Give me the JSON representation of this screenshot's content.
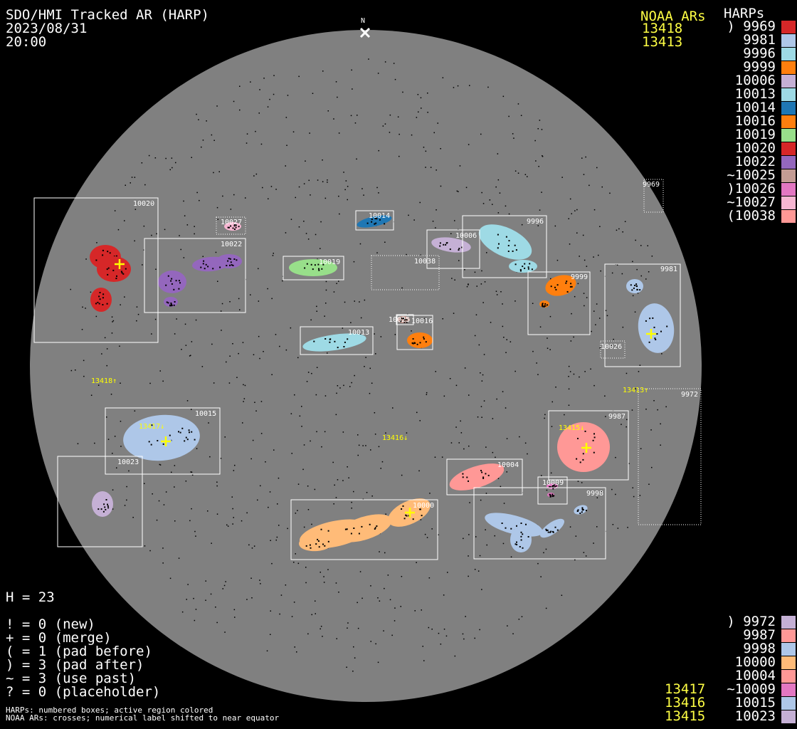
{
  "header": {
    "title": "SDO/HMI Tracked AR (HARP)",
    "date": "2023/08/31",
    "time": "20:00"
  },
  "north_label": "N",
  "legend_top": {
    "noaa_title": "NOAA ARs",
    "harps_title": "HARPs",
    "noaa": [
      "13418",
      "13413"
    ],
    "harps": [
      {
        "label": ") 9969",
        "color": "#d62728"
      },
      {
        "label": "9981",
        "color": "#aec7e8"
      },
      {
        "label": "9996",
        "color": "#9edae5"
      },
      {
        "label": "9999",
        "color": "#ff7f0e"
      },
      {
        "label": "10006",
        "color": "#c5b0d5"
      },
      {
        "label": "10013",
        "color": "#9edae5"
      },
      {
        "label": "10014",
        "color": "#1f77b4"
      },
      {
        "label": "10016",
        "color": "#ff7f0e"
      },
      {
        "label": "10019",
        "color": "#98df8a"
      },
      {
        "label": "10020",
        "color": "#d62728"
      },
      {
        "label": "10022",
        "color": "#9467bd"
      },
      {
        "label": "~10025",
        "color": "#c49c94"
      },
      {
        "label": ")10026",
        "color": "#e377c2"
      },
      {
        "label": "~10027",
        "color": "#f7b6d2"
      },
      {
        "label": "(10038",
        "color": "#ff9896"
      }
    ]
  },
  "legend_bottom": {
    "noaa": [
      "13417",
      "13416",
      "13415"
    ],
    "harps": [
      {
        "label": ") 9972",
        "color": "#c5b0d5"
      },
      {
        "label": "9987",
        "color": "#ff9896"
      },
      {
        "label": "9998",
        "color": "#aec7e8"
      },
      {
        "label": "10000",
        "color": "#ffbb78"
      },
      {
        "label": "10004",
        "color": "#ff9896"
      },
      {
        "label": "~10009",
        "color": "#e377c2"
      },
      {
        "label": "10015",
        "color": "#aec7e8"
      },
      {
        "label": "10023",
        "color": "#c5b0d5"
      }
    ]
  },
  "counts": {
    "h_total": "H = 23",
    "lines": [
      "! = 0 (new)",
      "+ = 0 (merge)",
      "( = 1 (pad before)",
      ") = 3 (pad after)",
      "~ = 3 (use past)",
      "? = 0 (placeholder)"
    ]
  },
  "footnotes": [
    "HARPs: numbered boxes; active region colored",
    "NOAA ARs: crosses; numerical label shifted to near equator"
  ],
  "harp_boxes": [
    {
      "id": "10020",
      "dotted": false
    },
    {
      "id": "10027",
      "dotted": true
    },
    {
      "id": "10022",
      "dotted": false
    },
    {
      "id": "10014",
      "dotted": false
    },
    {
      "id": "10019",
      "dotted": false
    },
    {
      "id": "10038",
      "dotted": true
    },
    {
      "id": "10006",
      "dotted": false
    },
    {
      "id": "9996",
      "dotted": false
    },
    {
      "id": "9999",
      "dotted": false
    },
    {
      "id": "9969",
      "dotted": true
    },
    {
      "id": "9981",
      "dotted": false
    },
    {
      "id": "10026",
      "dotted": true
    },
    {
      "id": "10013",
      "dotted": false
    },
    {
      "id": "10025",
      "dotted": false
    },
    {
      "id": "10016",
      "dotted": false
    },
    {
      "id": "10015",
      "dotted": false
    },
    {
      "id": "10023",
      "dotted": false
    },
    {
      "id": "9972",
      "dotted": true
    },
    {
      "id": "9987",
      "dotted": false
    },
    {
      "id": "10004",
      "dotted": false
    },
    {
      "id": "10009",
      "dotted": false
    },
    {
      "id": "9998",
      "dotted": false
    },
    {
      "id": "10000",
      "dotted": false
    }
  ],
  "noaa_labels": [
    {
      "text": "13418↑"
    },
    {
      "text": "13413↑"
    },
    {
      "text": "13417↓"
    },
    {
      "text": "13416↓"
    },
    {
      "text": "13415↓"
    }
  ]
}
